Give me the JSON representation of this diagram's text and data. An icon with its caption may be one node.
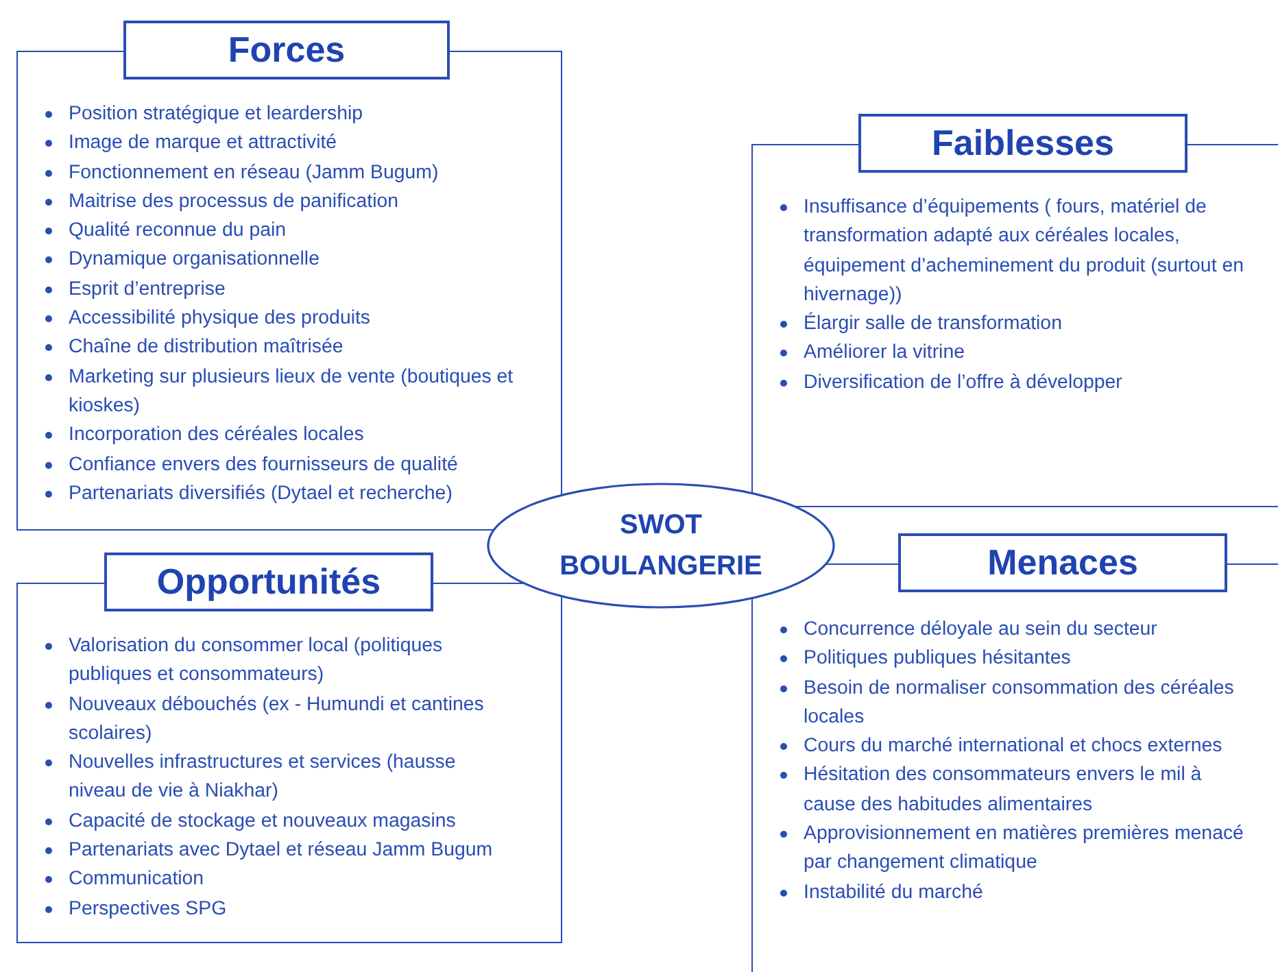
{
  "diagram": {
    "nodes": [
      {
        "text": [
          "Forces",
          "Position stratégique et leardership",
          "Image de marque et attractivité",
          "Fonctionnement en réseau (Jamm Bugum)",
          "Maitrise des processus de panification",
          "Qualité reconnue du pain",
          "Dynamique organisationnelle",
          "Esprit d’entreprise",
          "Accessibilité physique des produits",
          "Chaîne de distribution maîtrisée",
          "Marketing sur plusieurs lieux de vente (boutiques et kioskes)",
          "Incorporation des céréales locales",
          "Confiance envers des fournisseurs de qualité",
          "Partenariats diversifiés (Dytael et recherche)"
        ]
      },
      {
        "text": [
          "Faiblesses",
          "Insuffisance d’équipements ( fours, matériel de transformation adapté aux céréales locales, équipement d’acheminement du produit (surtout en hivernage))",
          "Élargir salle de transformation",
          "Améliorer la vitrine",
          "Diversification de l’offre à développer"
        ]
      },
      {
        "text": [
          "SWOT BOULANGERIE"
        ]
      },
      {
        "text": [
          "Opportunités",
          "Valorisation du consommer local (politiques publiques et consommateurs)",
          "Nouveaux débouchés (ex - Humundi et cantines scolaires)",
          "Nouvelles infrastructures et services (hausse niveau de vie à Niakhar)",
          "Capacité de stockage et nouveaux magasins",
          "Partenariats avec Dytael et réseau Jamm Bugum",
          "Communication",
          "Perspectives SPG"
        ]
      },
      {
        "text": [
          "Menaces",
          "Concurrence déloyale au sein du secteur",
          "Politiques publiques hésitantes",
          "Besoin de normaliser consommation des céréales locales",
          "Cours du marché international et chocs externes",
          "Hésitation des consommateurs envers le mil à cause des habitudes alimentaires",
          "Approvisionnement en matières premières menacé par changement climatique",
          "Instabilité du marché"
        ]
      }
    ]
  }
}
